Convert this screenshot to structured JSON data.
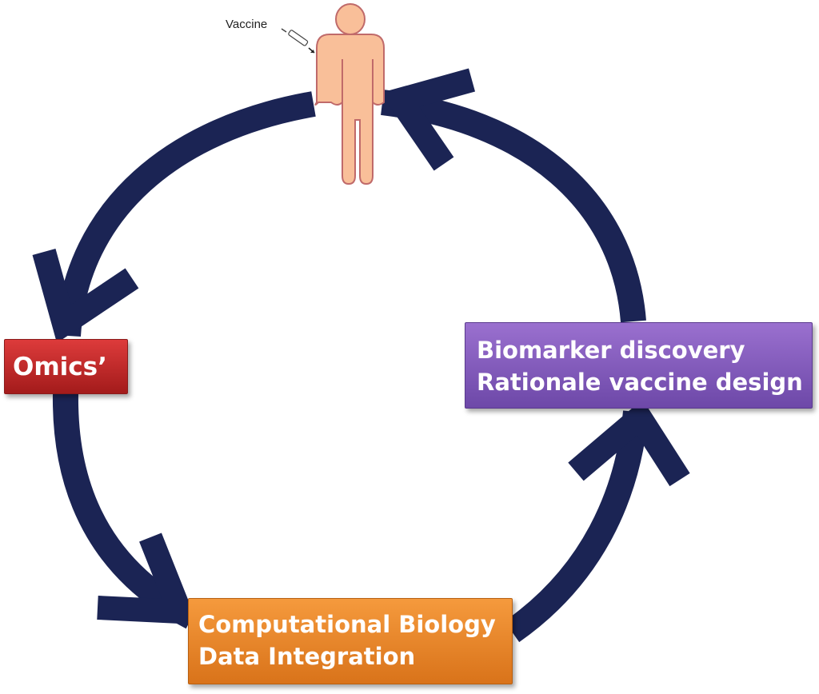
{
  "human": {
    "vaccine_label": "Vaccine",
    "figure_color": "#f9bf99",
    "figure_outline": "#c06a6a"
  },
  "cycle": {
    "arrow_color": "#1b2454",
    "direction": "counterclockwise"
  },
  "boxes": {
    "omics": {
      "label": "Omics’",
      "color_top": "#dd3b3b",
      "color_bottom": "#a31b1b"
    },
    "biomarker": {
      "line1": "Biomarker discovery",
      "line2": "Rationale vaccine design",
      "color_top": "#9a70cf",
      "color_bottom": "#6d48a8"
    },
    "computational": {
      "line1": "Computational Biology",
      "line2": "Data Integration",
      "color_top": "#f59a3d",
      "color_bottom": "#d9731a"
    }
  }
}
